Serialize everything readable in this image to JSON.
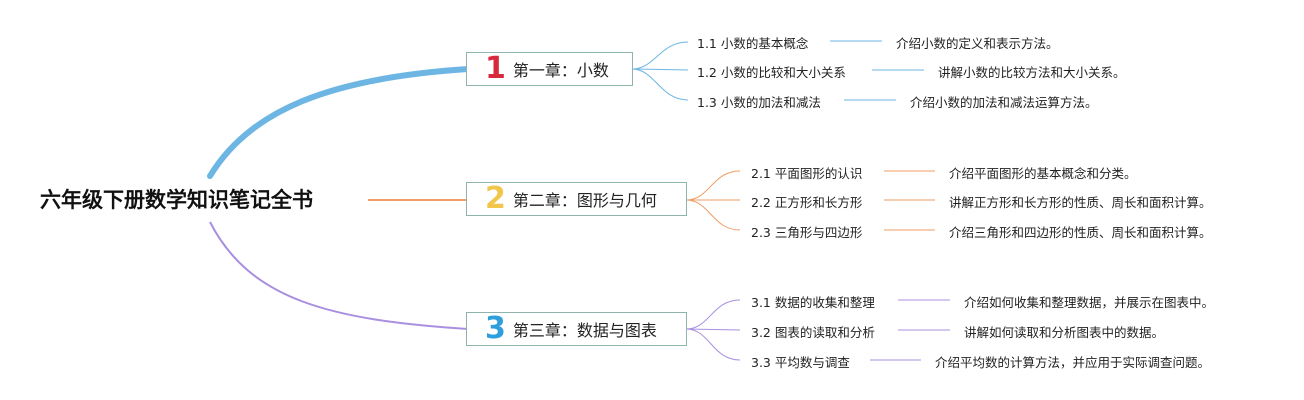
{
  "root": {
    "title": "六年级下册数学知识笔记全书"
  },
  "chapters": [
    {
      "number": "1",
      "label": "第一章：小数",
      "color": "#6db6e4",
      "number_color": "#d8283c",
      "items": [
        {
          "title": "1.1 小数的基本概念",
          "desc": "介绍小数的定义和表示方法。"
        },
        {
          "title": "1.2 小数的比较和大小关系",
          "desc": "讲解小数的比较方法和大小关系。"
        },
        {
          "title": "1.3 小数的加法和减法",
          "desc": "介绍小数的加法和减法运算方法。"
        }
      ]
    },
    {
      "number": "2",
      "label": "第二章：图形与几何",
      "color": "#ef9d64",
      "number_color": "#f2c64a",
      "items": [
        {
          "title": "2.1 平面图形的认识",
          "desc": "介绍平面图形的基本概念和分类。"
        },
        {
          "title": "2.2 正方形和长方形",
          "desc": "讲解正方形和长方形的性质、周长和面积计算。"
        },
        {
          "title": "2.3 三角形与四边形",
          "desc": "介绍三角形和四边形的性质、周长和面积计算。"
        }
      ]
    },
    {
      "number": "3",
      "label": "第三章：数据与图表",
      "color": "#a98fe0",
      "number_color": "#2e9fdc",
      "items": [
        {
          "title": "3.1 数据的收集和整理",
          "desc": "介绍如何收集和整理数据，并展示在图表中。"
        },
        {
          "title": "3.2 图表的读取和分析",
          "desc": "讲解如何读取和分析图表中的数据。"
        },
        {
          "title": "3.3 平均数与调查",
          "desc": "介绍平均数的计算方法，并应用于实际调查问题。"
        }
      ]
    }
  ]
}
